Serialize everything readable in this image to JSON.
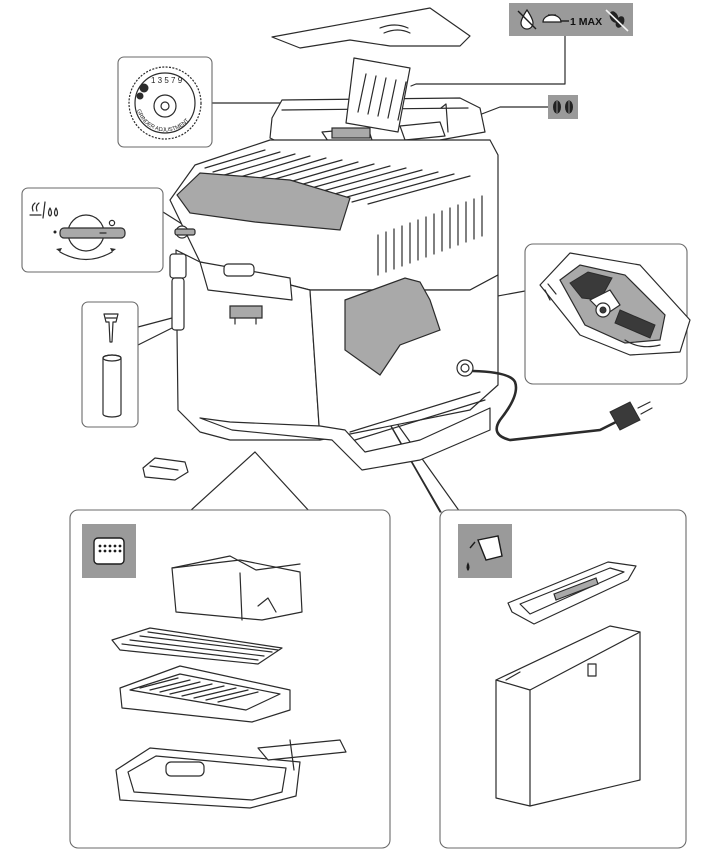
{
  "grinder": {
    "numbers": "1  3  5  7  9",
    "label": "GRINDER ADJUSTMENT"
  },
  "top_badge": {
    "max_text": "1 MAX"
  },
  "icons": {
    "top_badge": [
      "no-water-icon",
      "scoop-icon",
      "no-beans-icon"
    ],
    "beans_badge": "coffee-beans-icon",
    "drip_tray_badge": "drip-tray-icon",
    "water_tank_badge": "water-jug-icon",
    "steam_knob": "steam-hot-water-icon"
  },
  "colors": {
    "badge_bg": "#9a9a9a",
    "outline": "#2b2b2b",
    "panel_grey": "#a9a9a9"
  }
}
